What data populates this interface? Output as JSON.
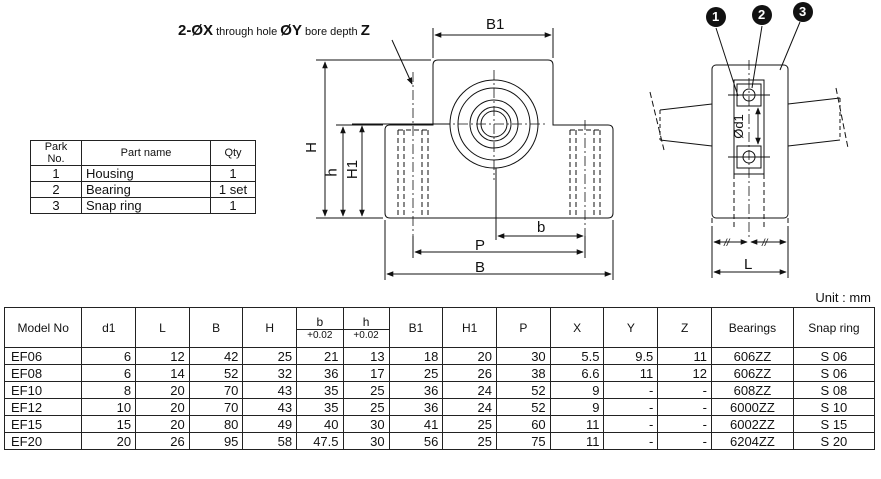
{
  "callouts": {
    "hole_prefix": "2-ØX",
    "hole_text": " through hole ",
    "bore_prefix": "ØY",
    "bore_text": " bore depth ",
    "bore_z": "Z"
  },
  "dimensions": {
    "B1": "B1",
    "H": "H",
    "h": "h",
    "H1": "H1",
    "b": "b",
    "P": "P",
    "B": "B",
    "L": "L",
    "d1": "Ød1"
  },
  "balloons": [
    "1",
    "2",
    "3"
  ],
  "parts_table": {
    "headers": [
      "Park No.",
      "Part name",
      "Qty"
    ],
    "rows": [
      [
        "1",
        "Housing",
        "1"
      ],
      [
        "2",
        "Bearing",
        "1 set"
      ],
      [
        "3",
        "Snap ring",
        "1"
      ]
    ]
  },
  "unit_label": "Unit : mm",
  "spec_table": {
    "headers": [
      "Model No",
      "d1",
      "L",
      "B",
      "H",
      "b",
      "h",
      "B1",
      "H1",
      "P",
      "X",
      "Y",
      "Z",
      "Bearings",
      "Snap ring"
    ],
    "tolerance": "+0.02",
    "rows": [
      [
        "EF06",
        "6",
        "12",
        "42",
        "25",
        "21",
        "13",
        "18",
        "20",
        "30",
        "5.5",
        "9.5",
        "11",
        "606ZZ",
        "S 06"
      ],
      [
        "EF08",
        "6",
        "14",
        "52",
        "32",
        "36",
        "17",
        "25",
        "26",
        "38",
        "6.6",
        "11",
        "12",
        "606ZZ",
        "S 06"
      ],
      [
        "EF10",
        "8",
        "20",
        "70",
        "43",
        "35",
        "25",
        "36",
        "24",
        "52",
        "9",
        "-",
        "-",
        "608ZZ",
        "S 08"
      ],
      [
        "EF12",
        "10",
        "20",
        "70",
        "43",
        "35",
        "25",
        "36",
        "24",
        "52",
        "9",
        "-",
        "-",
        "6000ZZ",
        "S 10"
      ],
      [
        "EF15",
        "15",
        "20",
        "80",
        "49",
        "40",
        "30",
        "41",
        "25",
        "60",
        "11",
        "-",
        "-",
        "6002ZZ",
        "S 15"
      ],
      [
        "EF20",
        "20",
        "26",
        "95",
        "58",
        "47.5",
        "30",
        "56",
        "25",
        "75",
        "11",
        "-",
        "-",
        "6204ZZ",
        "S 20"
      ]
    ]
  }
}
